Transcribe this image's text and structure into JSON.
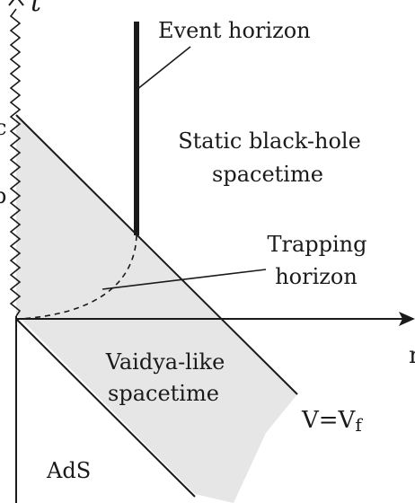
{
  "labels": {
    "axis_t": "t",
    "axis_r": "r",
    "event_horizon": "Event horizon",
    "static_bh_line1": "Static black-hole",
    "static_bh_line2": "spacetime",
    "trapping_line1": "Trapping",
    "trapping_line2": "horizon",
    "vaidya_line1": "Vaidya-like",
    "vaidya_line2": "spacetime",
    "v_eq_vf": "V=V",
    "v_eq_vf_sub": "f",
    "ads": "AdS",
    "left_edge_upper": "c",
    "left_edge_lower": "b"
  },
  "colors": {
    "shading": "#e6e6e6",
    "ink": "#1a1a1a"
  }
}
